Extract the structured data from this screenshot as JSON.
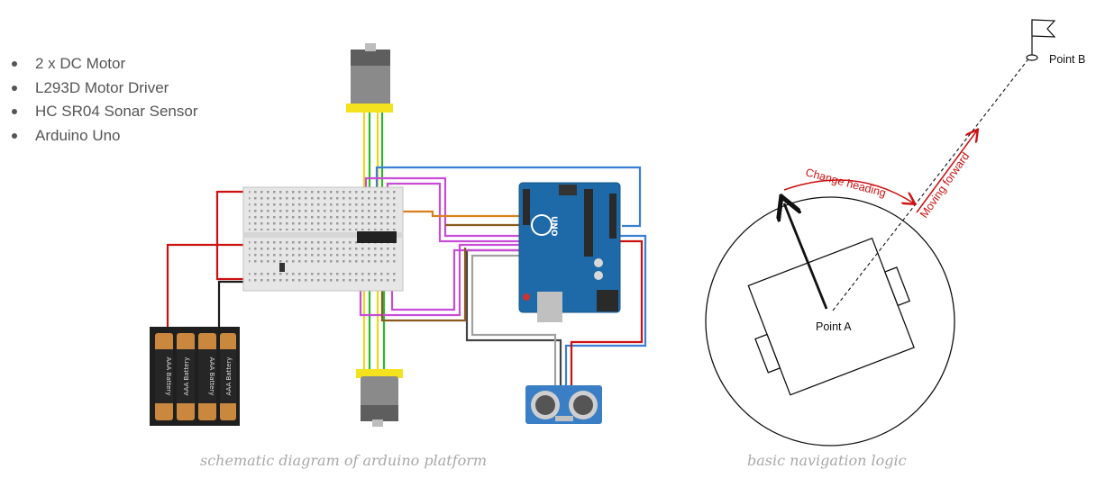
{
  "parts_list": [
    "2 x DC Motor",
    "L293D Motor Driver",
    "HC SR04 Sonar Sensor",
    "Arduino Uno"
  ],
  "schematic": {
    "battery_label": "AAA Battery",
    "arduino_label": "UNO",
    "caption": "schematic diagram of arduino platform"
  },
  "navigation": {
    "point_a": "Point A",
    "point_b": "Point B",
    "change_heading": "Change heading",
    "moving_forward": "Moving forward",
    "caption": "basic navigation logic"
  },
  "colors": {
    "annotation_red": "#cc1111",
    "wire_blue": "#3b7fd4",
    "wire_magenta": "#c74dd6",
    "wire_orange": "#d8801e",
    "wire_green": "#2eb82e",
    "wire_yellow": "#e9d81c",
    "arduino_blue": "#1e6aa8"
  }
}
